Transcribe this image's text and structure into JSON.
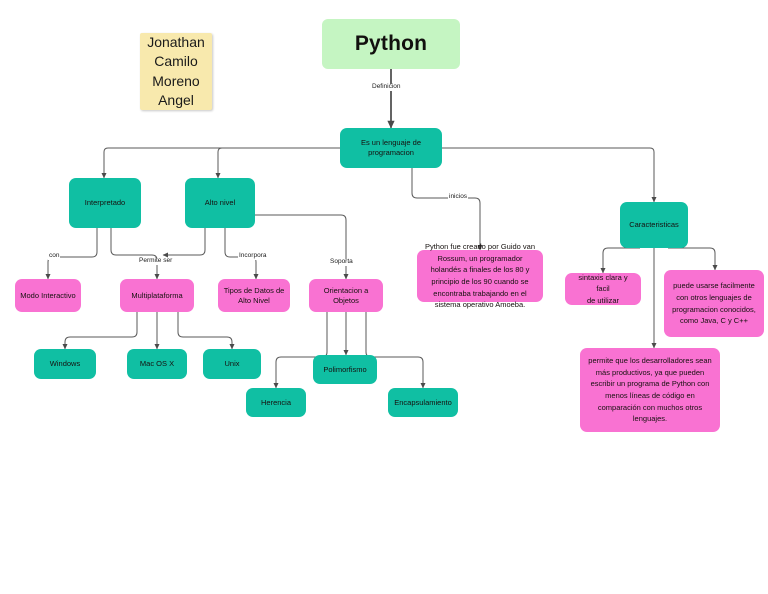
{
  "diagram": {
    "kind": "concept-map",
    "title_node": {
      "label": "Python"
    },
    "author_note": {
      "label": "Jonathan\nCamilo\nMoreno\nAngel"
    },
    "colors": {
      "title_green": "#c5f5c2",
      "note_yellow": "#f8e9ad",
      "teal": "#10bfa3",
      "pink": "#f972d2",
      "edge": "#555555",
      "text": "#16110f",
      "background": "#ffffff"
    },
    "nodes": [
      {
        "id": "definicion",
        "label": "Es un lenguaje de\nprogramacion",
        "color": "teal"
      },
      {
        "id": "interpretado",
        "label": "Interpretado",
        "color": "teal"
      },
      {
        "id": "alto-nivel",
        "label": "Alto nivel",
        "color": "teal"
      },
      {
        "id": "caracteristicas",
        "label": "Caracteristicas",
        "color": "teal"
      },
      {
        "id": "modo-interactivo",
        "label": "Modo Interactivo",
        "color": "pink"
      },
      {
        "id": "multiplataforma",
        "label": "Multiplataforma",
        "color": "pink"
      },
      {
        "id": "tipos-de-datos",
        "label": "Tipos de Datos de\nAlto Nivel",
        "color": "pink"
      },
      {
        "id": "orientacion-objetos",
        "label": "Orientacion a\nObjetos",
        "color": "pink"
      },
      {
        "id": "windows",
        "label": "Windows",
        "color": "teal"
      },
      {
        "id": "mac-os-x",
        "label": "Mac OS X",
        "color": "teal"
      },
      {
        "id": "unix",
        "label": "Unix",
        "color": "teal"
      },
      {
        "id": "herencia",
        "label": "Herencia",
        "color": "teal"
      },
      {
        "id": "polimorfismo",
        "label": "Polimorfismo",
        "color": "teal"
      },
      {
        "id": "encapsulamiento",
        "label": "Encapsulamiento",
        "color": "teal"
      },
      {
        "id": "historia",
        "label": "Python fue creado por Guido van Rossum, un programador holandés a finales de los 80 y principio de los 90 cuando se encontraba trabajando en el sistema operativo Amoeba.",
        "color": "pink"
      },
      {
        "id": "sintaxis",
        "label": "sintaxis clara y facil\nde utilizar",
        "color": "pink"
      },
      {
        "id": "interoperable",
        "label": "puede usarse facilmente con otros lenguajes de programacion conocidos, como Java, C y C++",
        "color": "pink"
      },
      {
        "id": "productividad",
        "label": "permite que los desarrolladores sean más productivos, ya que pueden escribir un programa de Python con menos líneas de código en comparación con muchos otros lenguajes.",
        "color": "pink"
      }
    ],
    "edge_labels": [
      {
        "id": "definicion-label",
        "label": "Definicion"
      },
      {
        "id": "inicios-label",
        "label": "inicios"
      },
      {
        "id": "con-label",
        "label": "con"
      },
      {
        "id": "permite-ser-label",
        "label": "Permite ser"
      },
      {
        "id": "incorpora-label",
        "label": "Incorpora"
      },
      {
        "id": "soporta-label",
        "label": "Soporta"
      }
    ]
  }
}
